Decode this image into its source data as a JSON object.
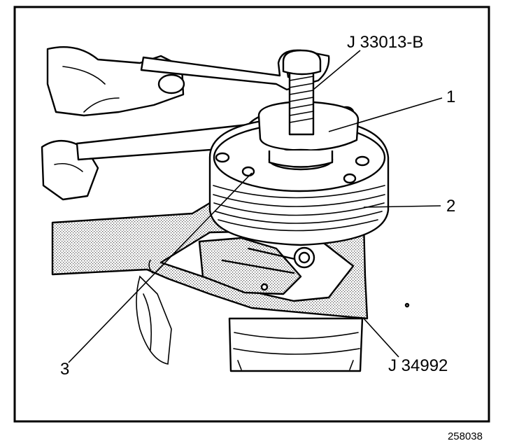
{
  "callouts": {
    "tool_top": "J 33013-B",
    "part_1": "1",
    "part_2": "2",
    "part_3": "3",
    "tool_bottom": "J 34992"
  },
  "figure_number": "258038"
}
